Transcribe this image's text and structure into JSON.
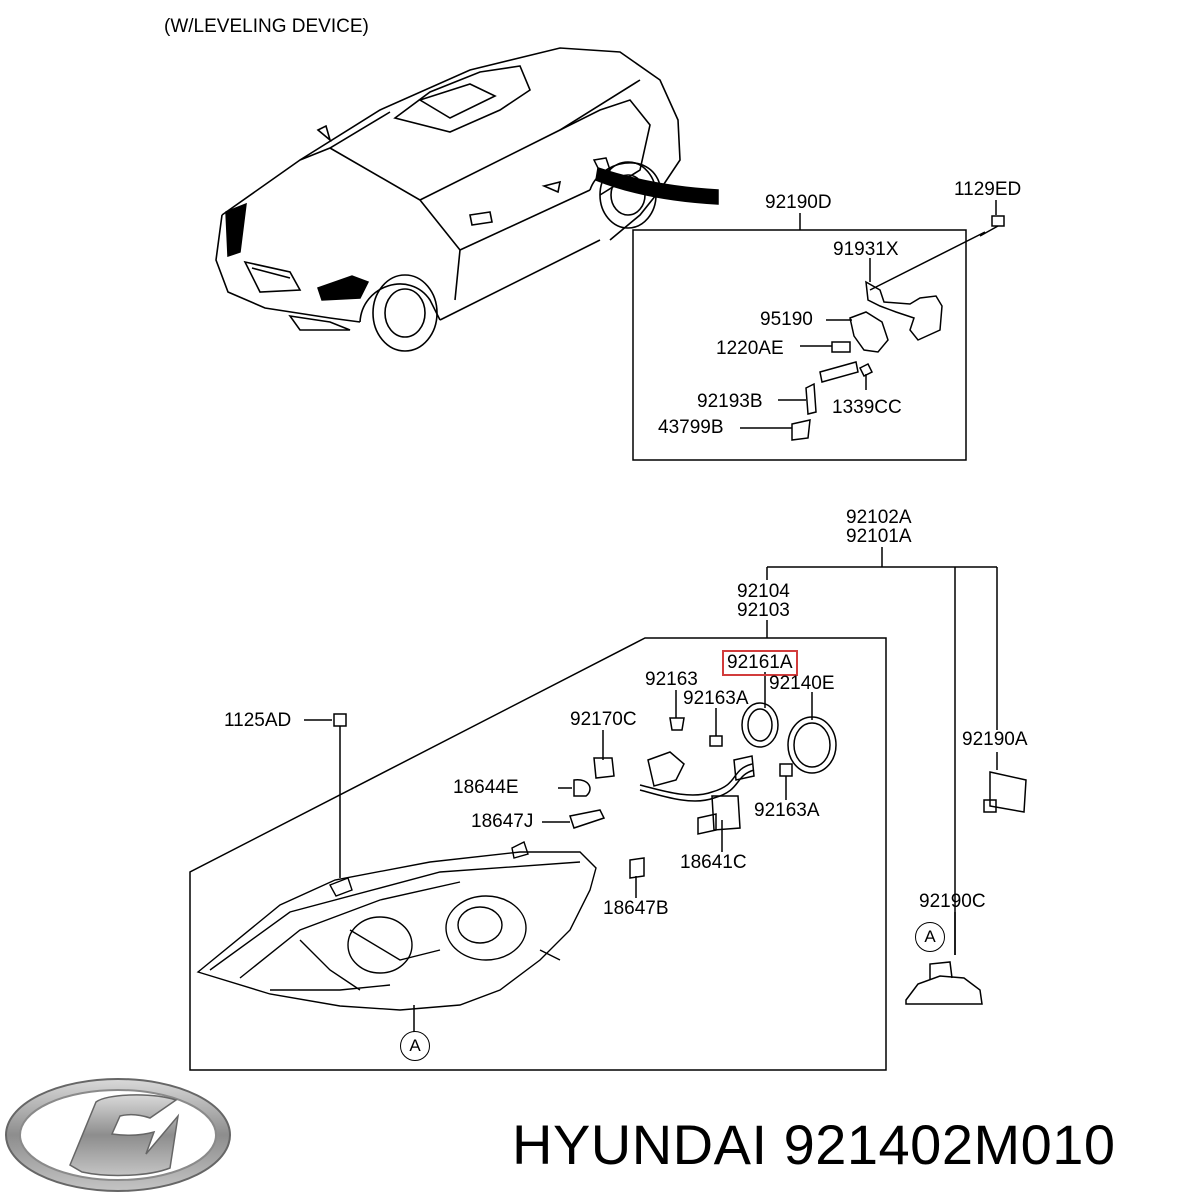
{
  "header": {
    "variant": "(W/LEVELING DEVICE)"
  },
  "leveling_group": {
    "assembly": "92190D",
    "bolt": "1129ED",
    "parts": [
      "91931X",
      "95190",
      "1220AE",
      "92193B",
      "1339CC",
      "43799B"
    ]
  },
  "headlamp_group": {
    "assy_rh": "92102A",
    "assy_lh": "92101A",
    "housing_rh": "92104",
    "housing_lh": "92103",
    "highlighted_part": "92161A",
    "parts": [
      "92163",
      "92163A",
      "92140E",
      "92170C",
      "92163A",
      "18644E",
      "18647J",
      "18641C",
      "18647B",
      "1125AD"
    ],
    "leveling_unit": "92190A",
    "leveling_cap": "92190C",
    "reference_mark": "A"
  },
  "footer": {
    "brand": "HYUNDAI",
    "part_number": "921402M010"
  },
  "colors": {
    "highlight": "#d23c3c",
    "line": "#000000",
    "logo": "#8a8a8a"
  }
}
